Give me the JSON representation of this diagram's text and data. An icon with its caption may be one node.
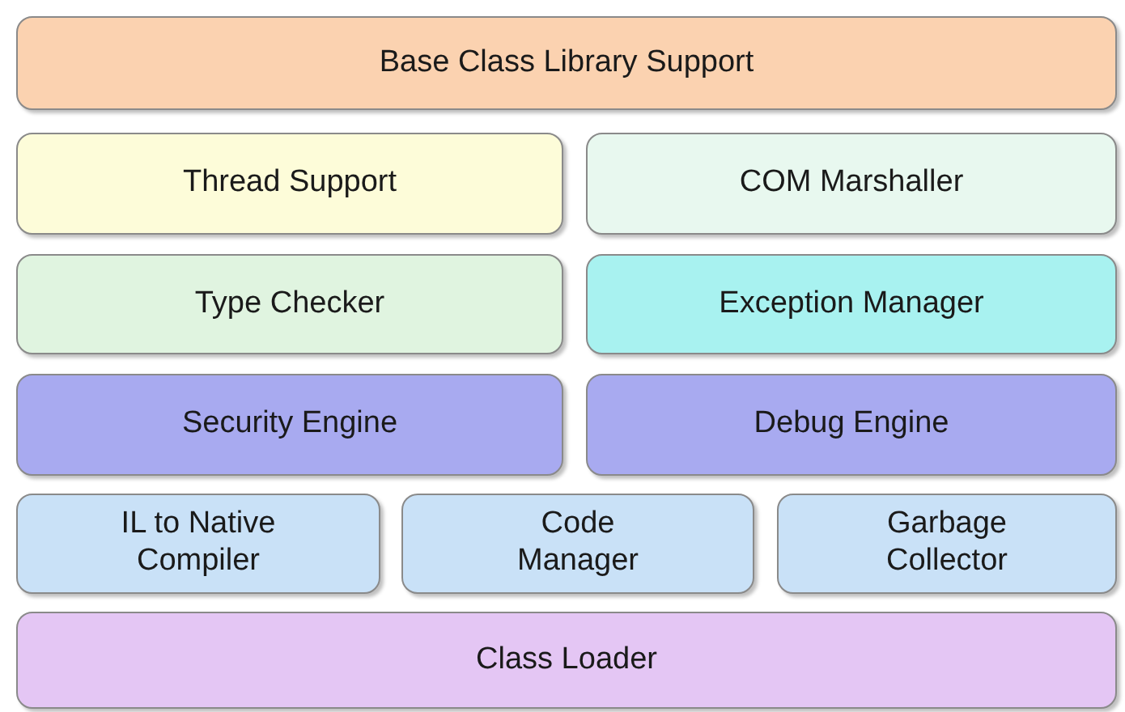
{
  "diagram": {
    "nodes": [
      {
        "text": [
          "Base Class Library Support"
        ]
      },
      {
        "text": [
          "Thread Support"
        ]
      },
      {
        "text": [
          "COM Marshaller"
        ]
      },
      {
        "text": [
          "Type Checker"
        ]
      },
      {
        "text": [
          "Exception Manager"
        ]
      },
      {
        "text": [
          "Security Engine"
        ]
      },
      {
        "text": [
          "Debug Engine"
        ]
      },
      {
        "text": [
          "IL to Native Compiler"
        ]
      },
      {
        "text": [
          "Code Manager"
        ]
      },
      {
        "text": [
          "Garbage Collector"
        ]
      },
      {
        "text": [
          "Class Loader"
        ]
      }
    ]
  }
}
